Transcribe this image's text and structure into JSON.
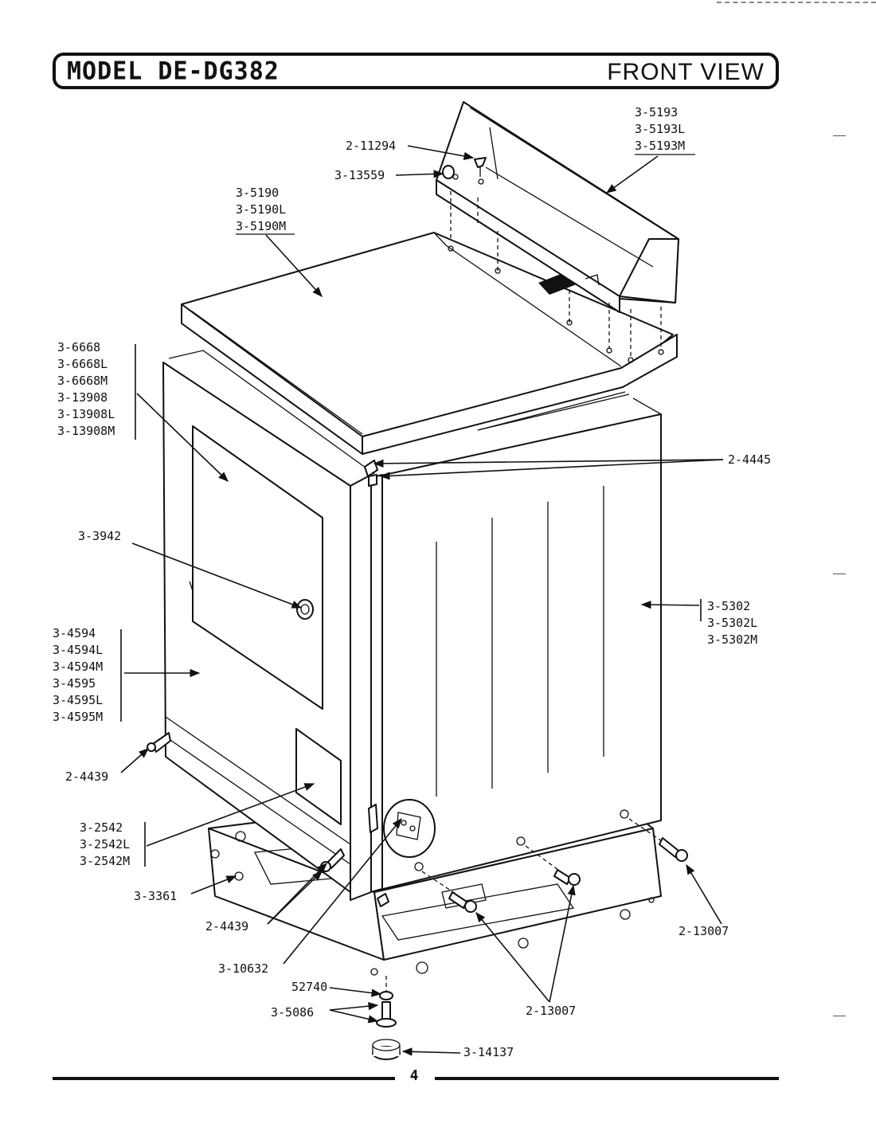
{
  "header": {
    "model": "MODEL DE-DG382",
    "view": "FRONT VIEW"
  },
  "labels": {
    "control_panel": [
      "3-5193",
      "3-5193L",
      "3-5193M"
    ],
    "screw_top": "2-11294",
    "clip_top": "3-13559",
    "top": [
      "3-5190",
      "3-5190L",
      "3-5190M"
    ],
    "door": [
      "3-6668",
      "3-6668L",
      "3-6668M",
      "3-13908",
      "3-13908L",
      "3-13908M"
    ],
    "hinge_clip": "2-4445",
    "door_stop": "3-3942",
    "cabinet_side": [
      "3-5302",
      "3-5302L",
      "3-5302M"
    ],
    "front_panel": [
      "3-4594",
      "3-4594L",
      "3-4594M",
      "3-4595",
      "3-4595L",
      "3-4595M"
    ],
    "screw_left": "2-4439",
    "access_panel": [
      "3-2542",
      "3-2542L",
      "3-2542M"
    ],
    "base": "3-3361",
    "screw_front": "2-4439",
    "terminal_block": "3-10632",
    "nut": "52740",
    "leg": "3-5086",
    "cup": "3-14137",
    "screw_right": "2-13007",
    "screw_base": "2-13007"
  },
  "footer": {
    "page": "4"
  }
}
